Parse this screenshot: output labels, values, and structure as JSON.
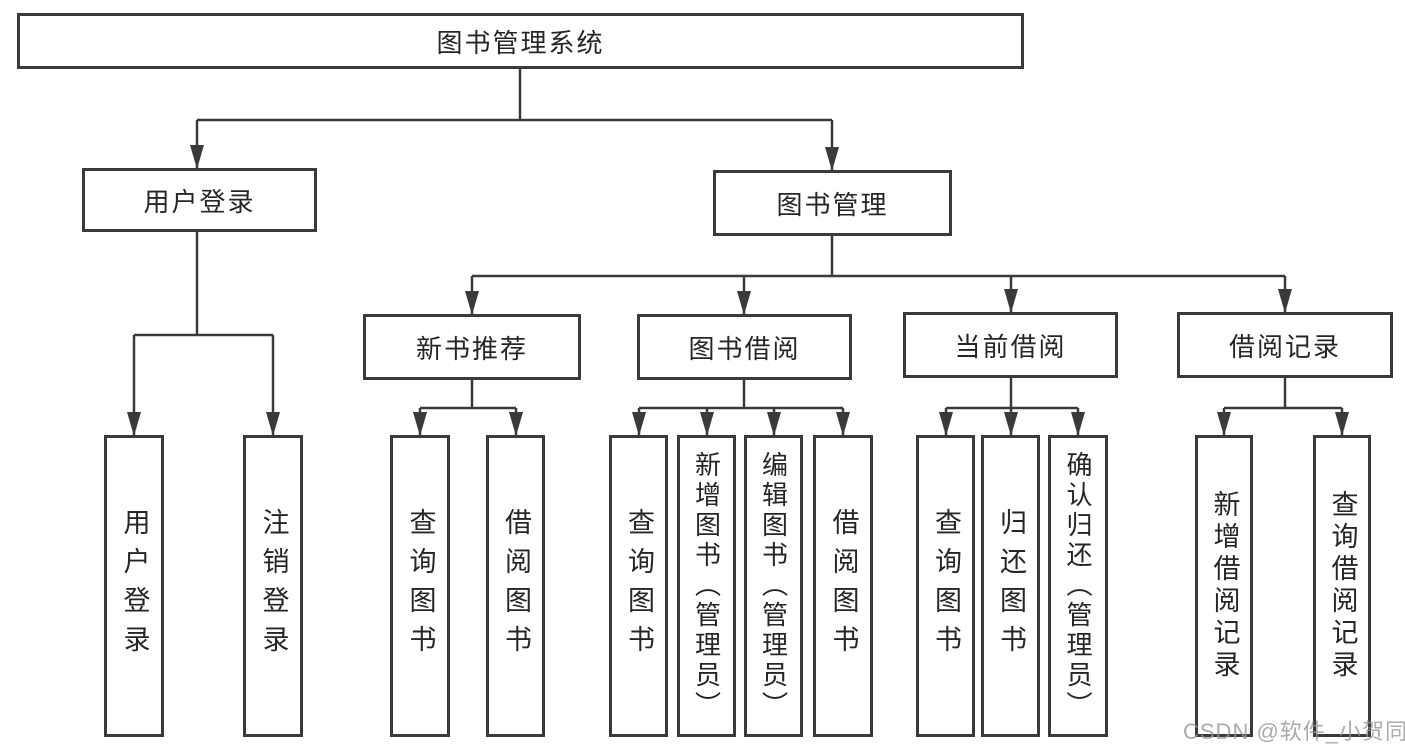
{
  "diagram": {
    "type": "hierarchy-tree",
    "tree": {
      "label": "图书管理系统",
      "children": [
        {
          "label": "用户登录",
          "children": [
            {
              "label": "用户登录"
            },
            {
              "label": "注销登录"
            }
          ]
        },
        {
          "label": "图书管理",
          "children": [
            {
              "label": "新书推荐",
              "children": [
                {
                  "label": "查询图书"
                },
                {
                  "label": "借阅图书"
                }
              ]
            },
            {
              "label": "图书借阅",
              "children": [
                {
                  "label": "查询图书"
                },
                {
                  "label": "新增图书（管理员）"
                },
                {
                  "label": "编辑图书（管理员）"
                },
                {
                  "label": "借阅图书"
                }
              ]
            },
            {
              "label": "当前借阅",
              "children": [
                {
                  "label": "查询图书"
                },
                {
                  "label": "归还图书"
                },
                {
                  "label": "确认归还（管理员）"
                }
              ]
            },
            {
              "label": "借阅记录",
              "children": [
                {
                  "label": "新增借阅记录"
                },
                {
                  "label": "查询借阅记录"
                }
              ]
            }
          ]
        }
      ]
    },
    "colors": {
      "line": "#3a3a3a",
      "box_border": "#3a3a3a",
      "box_fill": "#ffffff",
      "text": "#262626",
      "watermark": "#969696",
      "background": "#ffffff"
    }
  },
  "watermark": {
    "text": "CSDN @软件_小贺同学"
  }
}
